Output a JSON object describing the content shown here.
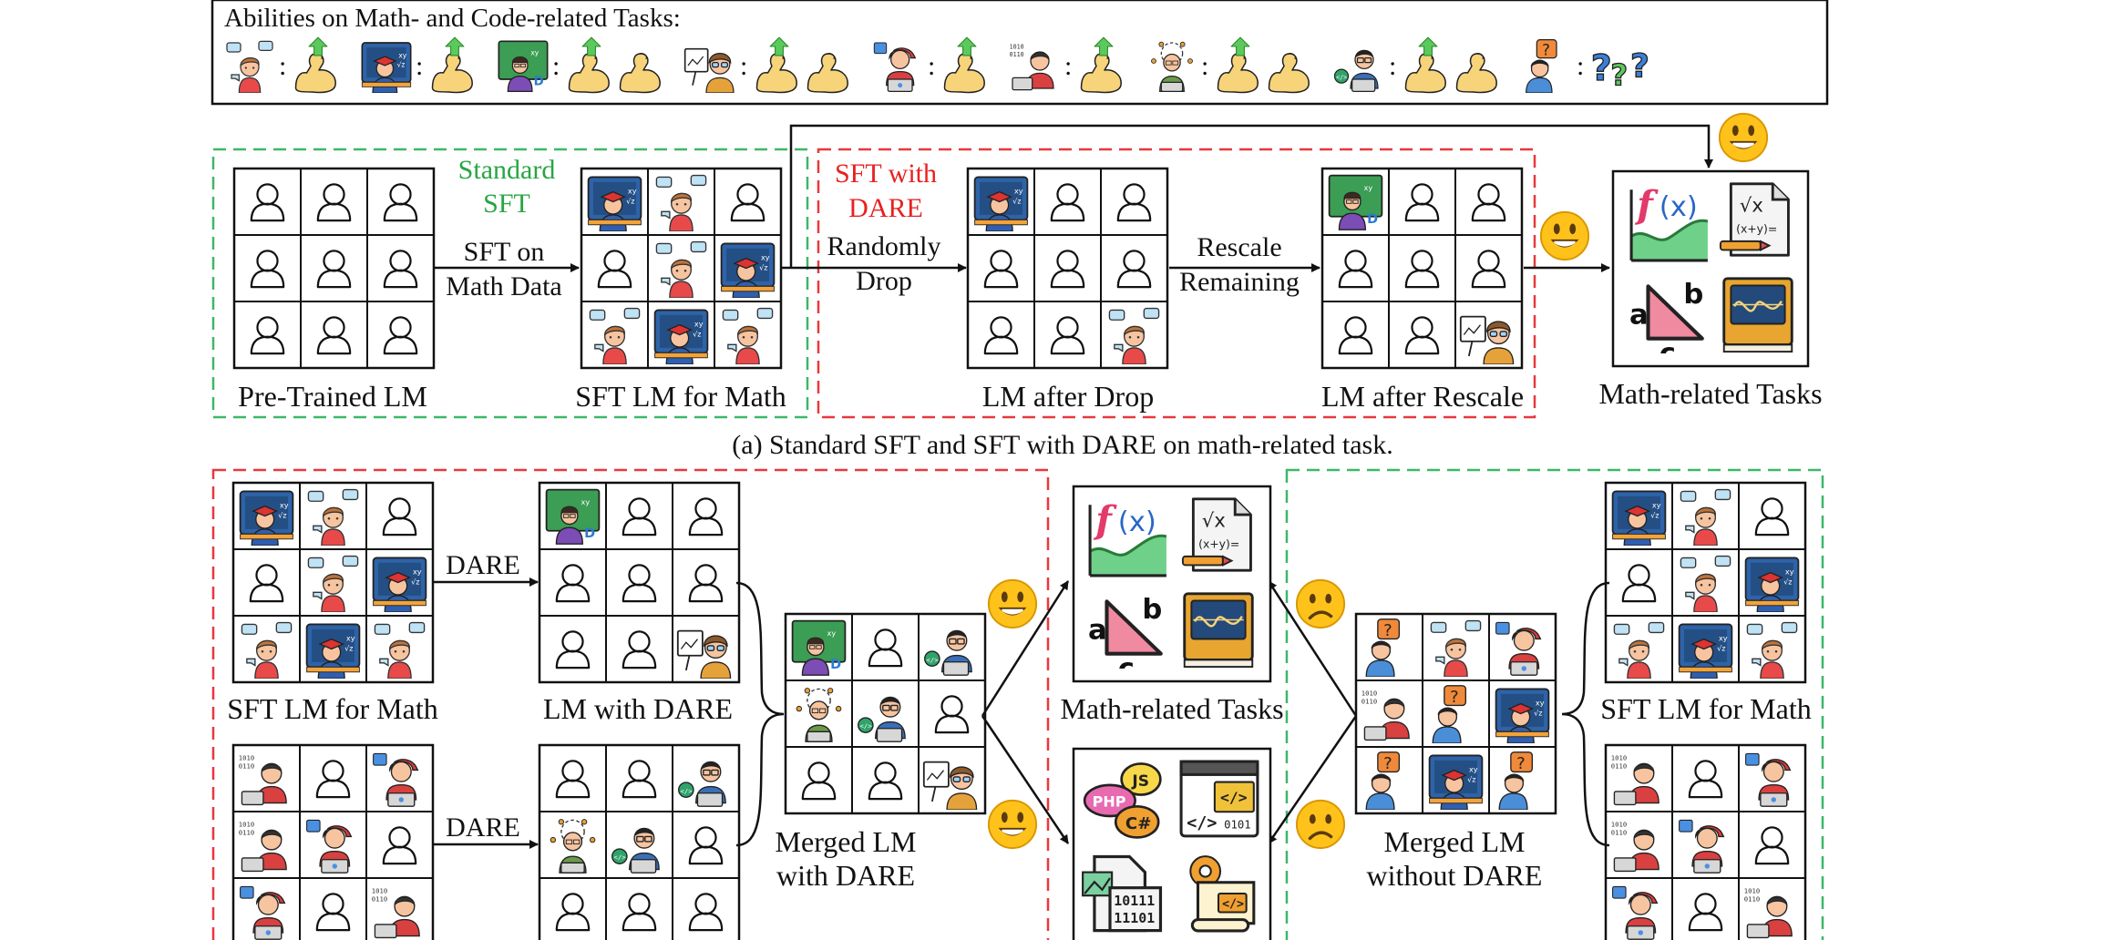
{
  "legend": {
    "title": "Abilities on Math- and Code-related Tasks:",
    "colon": ":",
    "question_marks": "?",
    "entries": [
      {
        "icon": "man-icon",
        "ability": 1
      },
      {
        "icon": "graduate-board-icon",
        "ability": 1
      },
      {
        "icon": "teacher-board-icon",
        "ability": 2
      },
      {
        "icon": "professor-icon",
        "ability": 2
      },
      {
        "icon": "coder-cap-icon",
        "ability": 1
      },
      {
        "icon": "coder-binary-icon",
        "ability": 1
      },
      {
        "icon": "engineer-network-icon",
        "ability": 2
      },
      {
        "icon": "developer-glasses-icon",
        "ability": 2
      },
      {
        "icon": "confused-person-icon",
        "ability": "unknown"
      }
    ]
  },
  "top": {
    "standard_sft": [
      "Standard",
      "SFT"
    ],
    "sft_with_dare": [
      "SFT with",
      "DARE"
    ],
    "arrow_sft": [
      "SFT on",
      "Math Data"
    ],
    "arrow_drop": [
      "Randomly",
      "Drop"
    ],
    "arrow_rescale": [
      "Rescale",
      "Remaining"
    ],
    "grid_labels": [
      "Pre-Trained LM",
      "SFT LM for Math",
      "LM after Drop",
      "LM after Rescale"
    ],
    "task_label": "Math-related Tasks",
    "caption": "(a) Standard SFT and SFT with DARE on math-related task."
  },
  "bottom": {
    "dare": "DARE",
    "grid_labels": {
      "sft_math_left": "SFT LM for Math",
      "lm_with_dare": "LM with DARE",
      "merged_dare": [
        "Merged LM",
        "with DARE"
      ],
      "merged_no_dare": [
        "Merged LM",
        "without DARE"
      ],
      "sft_math_right": "SFT LM for Math",
      "math_tasks": "Math-related Tasks"
    },
    "code_icons": {
      "php": "PHP",
      "js": "JS",
      "csharp": "C#",
      "code": "</>",
      "binary": "0101",
      "binary2": "10111 11101"
    },
    "math_icons": {
      "fx": "f(x)",
      "sqrt": "√x",
      "sqrt_sub": "(x+y)=",
      "a": "a",
      "b": "b",
      "c": "c"
    }
  },
  "colors": {
    "red_dash": "#e8383d",
    "green_dash": "#3cb868",
    "green_text": "#27a642",
    "red_text": "#e82020",
    "emoji": "#ffc21a",
    "arrow_up": "#5cc95c",
    "muscle": "#f7d37a"
  }
}
